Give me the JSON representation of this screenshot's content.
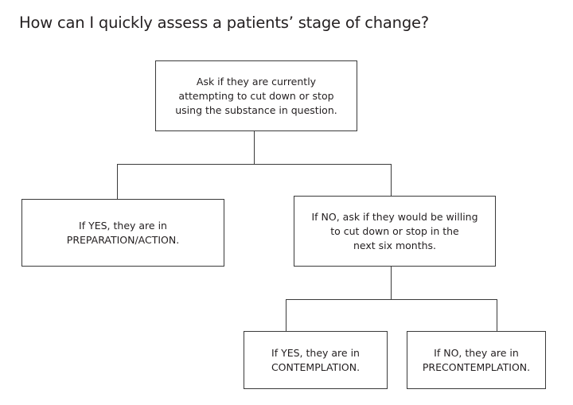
{
  "title": "How can I quickly assess a patients’ stage of change?",
  "nodes": {
    "root": {
      "lines": [
        "Ask if they are currently",
        "attempting to cut down or stop",
        "using the substance in question."
      ]
    },
    "yes_action": {
      "lines": [
        "If YES, they are in",
        "PREPARATION/ACTION."
      ]
    },
    "no_ask": {
      "lines": [
        "If NO, ask if they would be willing",
        "to cut down or stop in the",
        "next six months."
      ]
    },
    "yes_contemplation": {
      "lines": [
        "If YES, they are in",
        "CONTEMPLATION."
      ]
    },
    "no_precontemplation": {
      "lines": [
        "If NO, they are in",
        "PRECONTEMPLATION."
      ]
    }
  }
}
